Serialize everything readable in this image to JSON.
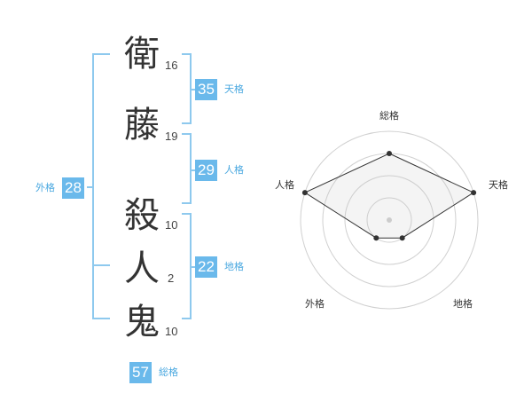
{
  "name": {
    "chars": [
      {
        "char": "衛",
        "strokes": "16"
      },
      {
        "char": "藤",
        "strokes": "19"
      },
      {
        "char": "殺",
        "strokes": "10"
      },
      {
        "char": "人",
        "strokes": "2"
      },
      {
        "char": "鬼",
        "strokes": "10"
      }
    ]
  },
  "kakusu": {
    "tenkaku": {
      "value": "35",
      "label": "天格"
    },
    "jinkaku": {
      "value": "29",
      "label": "人格"
    },
    "chikaku": {
      "value": "22",
      "label": "地格"
    },
    "gaikaku": {
      "value": "28",
      "label": "外格"
    },
    "soukaku": {
      "value": "57",
      "label": "総格"
    }
  },
  "accent_color": "#6ab9eb",
  "chart_data": {
    "type": "radar",
    "axes": [
      "総格",
      "天格",
      "地格",
      "外格",
      "人格"
    ],
    "levels": 4,
    "values": [
      3,
      4,
      1,
      1,
      4
    ]
  }
}
